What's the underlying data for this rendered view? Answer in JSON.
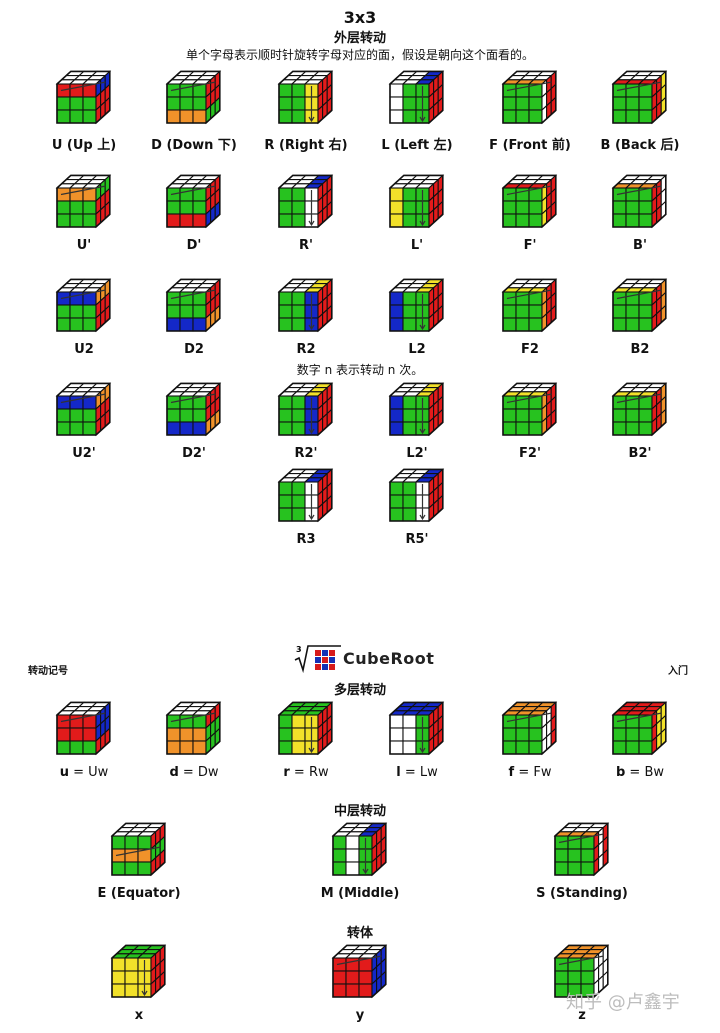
{
  "header": {
    "title": "3x3",
    "section_outer": "外层转动",
    "description": "单个字母表示顺时针旋转字母对应的面，假设是朝向这个面看的。",
    "numeric_note": "数字 n 表示转动 n 次。"
  },
  "outer_moves": [
    {
      "label": "U (Up 上)",
      "top": "w",
      "front": [
        "r",
        "r",
        "r",
        "g",
        "g",
        "g",
        "g",
        "g",
        "g"
      ],
      "right": [
        "b",
        "b",
        "b",
        "r",
        "r",
        "r",
        "r",
        "r",
        "r"
      ],
      "arrow": "h"
    },
    {
      "label": "D (Down 下)",
      "top": "w",
      "front": [
        "g",
        "g",
        "g",
        "g",
        "g",
        "g",
        "o",
        "o",
        "o"
      ],
      "right": [
        "r",
        "r",
        "r",
        "r",
        "r",
        "r",
        "g",
        "g",
        "g"
      ],
      "arrow": "h"
    },
    {
      "label": "R (Right 右)",
      "top": "w",
      "front": [
        "g",
        "g",
        "y",
        "g",
        "g",
        "y",
        "g",
        "g",
        "y"
      ],
      "right": [
        "r",
        "r",
        "r",
        "r",
        "r",
        "r",
        "r",
        "r",
        "r"
      ],
      "arrow": "v"
    },
    {
      "label": "L (Left 左)",
      "top": "w",
      "front": [
        "w",
        "g",
        "g",
        "w",
        "g",
        "g",
        "w",
        "g",
        "g"
      ],
      "right": [
        "r",
        "r",
        "r",
        "r",
        "r",
        "r",
        "r",
        "r",
        "r"
      ],
      "arrow": "v",
      "topStrip": "b"
    },
    {
      "label": "F (Front 前)",
      "top": "w",
      "front": [
        "g",
        "g",
        "g",
        "g",
        "g",
        "g",
        "g",
        "g",
        "g"
      ],
      "right": [
        "w",
        "r",
        "r",
        "w",
        "r",
        "r",
        "w",
        "r",
        "r"
      ],
      "arrow": "h",
      "topStrip": "o"
    },
    {
      "label": "B (Back 后)",
      "top": "w",
      "front": [
        "g",
        "g",
        "g",
        "g",
        "g",
        "g",
        "g",
        "g",
        "g"
      ],
      "right": [
        "r",
        "r",
        "y",
        "r",
        "r",
        "y",
        "r",
        "r",
        "y"
      ],
      "arrow": "h",
      "topStrip": "r"
    }
  ],
  "outer_moves_prime": [
    {
      "label": "U'",
      "top": "w",
      "front": [
        "o",
        "o",
        "o",
        "g",
        "g",
        "g",
        "g",
        "g",
        "g"
      ],
      "right": [
        "g",
        "g",
        "g",
        "r",
        "r",
        "r",
        "r",
        "r",
        "r"
      ],
      "arrow": "h"
    },
    {
      "label": "D'",
      "top": "w",
      "front": [
        "g",
        "g",
        "g",
        "g",
        "g",
        "g",
        "r",
        "r",
        "r"
      ],
      "right": [
        "r",
        "r",
        "r",
        "r",
        "r",
        "r",
        "b",
        "b",
        "b"
      ],
      "arrow": "h"
    },
    {
      "label": "R'",
      "top": "w",
      "front": [
        "g",
        "g",
        "w",
        "g",
        "g",
        "w",
        "g",
        "g",
        "w"
      ],
      "right": [
        "r",
        "r",
        "r",
        "r",
        "r",
        "r",
        "r",
        "r",
        "r"
      ],
      "arrow": "v",
      "topStrip": "b"
    },
    {
      "label": "L'",
      "top": "w",
      "front": [
        "y",
        "g",
        "g",
        "y",
        "g",
        "g",
        "y",
        "g",
        "g"
      ],
      "right": [
        "r",
        "r",
        "r",
        "r",
        "r",
        "r",
        "r",
        "r",
        "r"
      ],
      "arrow": "v"
    },
    {
      "label": "F'",
      "top": "w",
      "front": [
        "g",
        "g",
        "g",
        "g",
        "g",
        "g",
        "g",
        "g",
        "g"
      ],
      "right": [
        "y",
        "r",
        "r",
        "y",
        "r",
        "r",
        "y",
        "r",
        "r"
      ],
      "arrow": "h",
      "topStrip": "r"
    },
    {
      "label": "B'",
      "top": "w",
      "front": [
        "g",
        "g",
        "g",
        "g",
        "g",
        "g",
        "g",
        "g",
        "g"
      ],
      "right": [
        "r",
        "r",
        "w",
        "r",
        "r",
        "w",
        "r",
        "r",
        "w"
      ],
      "arrow": "h",
      "topStrip": "o"
    }
  ],
  "outer_moves_2": [
    {
      "label": "U2",
      "top": "w",
      "front": [
        "b",
        "b",
        "b",
        "g",
        "g",
        "g",
        "g",
        "g",
        "g"
      ],
      "right": [
        "o",
        "o",
        "o",
        "r",
        "r",
        "r",
        "r",
        "r",
        "r"
      ],
      "arrow": "h"
    },
    {
      "label": "D2",
      "top": "w",
      "front": [
        "g",
        "g",
        "g",
        "g",
        "g",
        "g",
        "b",
        "b",
        "b"
      ],
      "right": [
        "r",
        "r",
        "r",
        "r",
        "r",
        "r",
        "o",
        "o",
        "o"
      ],
      "arrow": "h"
    },
    {
      "label": "R2",
      "top": "w",
      "front": [
        "g",
        "g",
        "b",
        "g",
        "g",
        "b",
        "g",
        "g",
        "b"
      ],
      "right": [
        "r",
        "r",
        "r",
        "r",
        "r",
        "r",
        "r",
        "r",
        "r"
      ],
      "arrow": "v",
      "topStrip": "y"
    },
    {
      "label": "L2",
      "top": "w",
      "front": [
        "b",
        "g",
        "g",
        "b",
        "g",
        "g",
        "b",
        "g",
        "g"
      ],
      "right": [
        "r",
        "r",
        "r",
        "r",
        "r",
        "r",
        "r",
        "r",
        "r"
      ],
      "arrow": "v",
      "topStrip": "y"
    },
    {
      "label": "F2",
      "top": "w",
      "front": [
        "g",
        "g",
        "g",
        "g",
        "g",
        "g",
        "g",
        "g",
        "g"
      ],
      "right": [
        "o",
        "r",
        "r",
        "o",
        "r",
        "r",
        "o",
        "r",
        "r"
      ],
      "arrow": "h",
      "topStrip": "y"
    },
    {
      "label": "B2",
      "top": "w",
      "front": [
        "g",
        "g",
        "g",
        "g",
        "g",
        "g",
        "g",
        "g",
        "g"
      ],
      "right": [
        "r",
        "r",
        "o",
        "r",
        "r",
        "o",
        "r",
        "r",
        "o"
      ],
      "arrow": "h",
      "topStrip": "y"
    }
  ],
  "outer_moves_2p": [
    {
      "label": "U2'",
      "top": "w",
      "front": [
        "b",
        "b",
        "b",
        "g",
        "g",
        "g",
        "g",
        "g",
        "g"
      ],
      "right": [
        "o",
        "o",
        "o",
        "r",
        "r",
        "r",
        "r",
        "r",
        "r"
      ],
      "arrow": "h"
    },
    {
      "label": "D2'",
      "top": "w",
      "front": [
        "g",
        "g",
        "g",
        "g",
        "g",
        "g",
        "b",
        "b",
        "b"
      ],
      "right": [
        "r",
        "r",
        "r",
        "r",
        "r",
        "r",
        "o",
        "o",
        "o"
      ],
      "arrow": "h"
    },
    {
      "label": "R2'",
      "top": "w",
      "front": [
        "g",
        "g",
        "b",
        "g",
        "g",
        "b",
        "g",
        "g",
        "b"
      ],
      "right": [
        "r",
        "r",
        "r",
        "r",
        "r",
        "r",
        "r",
        "r",
        "r"
      ],
      "arrow": "v",
      "topStrip": "y"
    },
    {
      "label": "L2'",
      "top": "w",
      "front": [
        "b",
        "g",
        "g",
        "b",
        "g",
        "g",
        "b",
        "g",
        "g"
      ],
      "right": [
        "r",
        "r",
        "r",
        "r",
        "r",
        "r",
        "r",
        "r",
        "r"
      ],
      "arrow": "v",
      "topStrip": "y"
    },
    {
      "label": "F2'",
      "top": "w",
      "front": [
        "g",
        "g",
        "g",
        "g",
        "g",
        "g",
        "g",
        "g",
        "g"
      ],
      "right": [
        "o",
        "r",
        "r",
        "o",
        "r",
        "r",
        "o",
        "r",
        "r"
      ],
      "arrow": "h",
      "topStrip": "y"
    },
    {
      "label": "B2'",
      "top": "w",
      "front": [
        "g",
        "g",
        "g",
        "g",
        "g",
        "g",
        "g",
        "g",
        "g"
      ],
      "right": [
        "r",
        "r",
        "o",
        "r",
        "r",
        "o",
        "r",
        "r",
        "o"
      ],
      "arrow": "h",
      "topStrip": "y"
    }
  ],
  "outer_moves_n": [
    {
      "label": "R3",
      "top": "w",
      "front": [
        "g",
        "g",
        "w",
        "g",
        "g",
        "w",
        "g",
        "g",
        "w"
      ],
      "right": [
        "r",
        "r",
        "r",
        "r",
        "r",
        "r",
        "r",
        "r",
        "r"
      ],
      "arrow": "v",
      "topStrip": "b"
    },
    {
      "label": "R5'",
      "top": "w",
      "front": [
        "g",
        "g",
        "w",
        "g",
        "g",
        "w",
        "g",
        "g",
        "w"
      ],
      "right": [
        "r",
        "r",
        "r",
        "r",
        "r",
        "r",
        "r",
        "r",
        "r"
      ],
      "arrow": "v",
      "topStrip": "b"
    }
  ],
  "page2": {
    "left_note": "转动记号",
    "right_note": "入门",
    "logo_text": "CubeRoot",
    "section_wide": "多层转动",
    "section_middle": "中层转动",
    "section_rotation": "转体"
  },
  "wide_moves": [
    {
      "key": "u",
      "rest": " = Uw",
      "top": "w",
      "front": [
        "r",
        "r",
        "r",
        "r",
        "r",
        "r",
        "g",
        "g",
        "g"
      ],
      "right": [
        "b",
        "b",
        "b",
        "b",
        "b",
        "b",
        "r",
        "r",
        "r"
      ],
      "arrow": "h"
    },
    {
      "key": "d",
      "rest": " = Dw",
      "top": "w",
      "front": [
        "g",
        "g",
        "g",
        "o",
        "o",
        "o",
        "o",
        "o",
        "o"
      ],
      "right": [
        "r",
        "r",
        "r",
        "g",
        "g",
        "g",
        "g",
        "g",
        "g"
      ],
      "arrow": "h"
    },
    {
      "key": "r",
      "rest": " = Rw",
      "top": "g",
      "front": [
        "g",
        "y",
        "y",
        "g",
        "y",
        "y",
        "g",
        "y",
        "y"
      ],
      "right": [
        "r",
        "r",
        "r",
        "r",
        "r",
        "r",
        "r",
        "r",
        "r"
      ],
      "arrow": "v"
    },
    {
      "key": "l",
      "rest": " = Lw",
      "top": "b",
      "front": [
        "w",
        "w",
        "g",
        "w",
        "w",
        "g",
        "w",
        "w",
        "g"
      ],
      "right": [
        "r",
        "r",
        "r",
        "r",
        "r",
        "r",
        "r",
        "r",
        "r"
      ],
      "arrow": "v"
    },
    {
      "key": "f",
      "rest": " = Fw",
      "top": "o",
      "front": [
        "g",
        "g",
        "g",
        "g",
        "g",
        "g",
        "g",
        "g",
        "g"
      ],
      "right": [
        "w",
        "w",
        "r",
        "w",
        "w",
        "r",
        "w",
        "w",
        "r"
      ],
      "arrow": "h"
    },
    {
      "key": "b",
      "rest": " = Bw",
      "top": "r",
      "front": [
        "g",
        "g",
        "g",
        "g",
        "g",
        "g",
        "g",
        "g",
        "g"
      ],
      "right": [
        "r",
        "y",
        "y",
        "r",
        "y",
        "y",
        "r",
        "y",
        "y"
      ],
      "arrow": "h"
    }
  ],
  "middle_moves": [
    {
      "label": "E (Equator)",
      "top": "w",
      "front": [
        "g",
        "g",
        "g",
        "o",
        "o",
        "o",
        "g",
        "g",
        "g"
      ],
      "right": [
        "r",
        "r",
        "r",
        "g",
        "g",
        "g",
        "r",
        "r",
        "r"
      ],
      "arrow": "h"
    },
    {
      "label": "M (Middle)",
      "top": "w",
      "front": [
        "g",
        "w",
        "g",
        "g",
        "w",
        "g",
        "g",
        "w",
        "g"
      ],
      "right": [
        "r",
        "r",
        "r",
        "r",
        "r",
        "r",
        "r",
        "r",
        "r"
      ],
      "arrow": "v",
      "topStrip": "b"
    },
    {
      "label": "S (Standing)",
      "top": "w",
      "front": [
        "g",
        "g",
        "g",
        "g",
        "g",
        "g",
        "g",
        "g",
        "g"
      ],
      "right": [
        "r",
        "w",
        "r",
        "r",
        "w",
        "r",
        "r",
        "w",
        "r"
      ],
      "arrow": "h",
      "topStrip": "o"
    }
  ],
  "rotations": [
    {
      "label": "x",
      "top": "g",
      "front": [
        "y",
        "y",
        "y",
        "y",
        "y",
        "y",
        "y",
        "y",
        "y"
      ],
      "right": [
        "r",
        "r",
        "r",
        "r",
        "r",
        "r",
        "r",
        "r",
        "r"
      ],
      "arrow": "v"
    },
    {
      "label": "y",
      "top": "w",
      "front": [
        "r",
        "r",
        "r",
        "r",
        "r",
        "r",
        "r",
        "r",
        "r"
      ],
      "right": [
        "b",
        "b",
        "b",
        "b",
        "b",
        "b",
        "b",
        "b",
        "b"
      ],
      "arrow": "h"
    },
    {
      "label": "z",
      "top": "o",
      "front": [
        "g",
        "g",
        "g",
        "g",
        "g",
        "g",
        "g",
        "g",
        "g"
      ],
      "right": [
        "w",
        "w",
        "w",
        "w",
        "w",
        "w",
        "w",
        "w",
        "w"
      ],
      "arrow": "h"
    }
  ],
  "watermark": "知乎 @卢鑫宇",
  "colors": {
    "w": "#ffffff",
    "g": "#27c21f",
    "r": "#e21b1b",
    "b": "#1428c8",
    "o": "#f0922a",
    "y": "#f2e12a"
  }
}
